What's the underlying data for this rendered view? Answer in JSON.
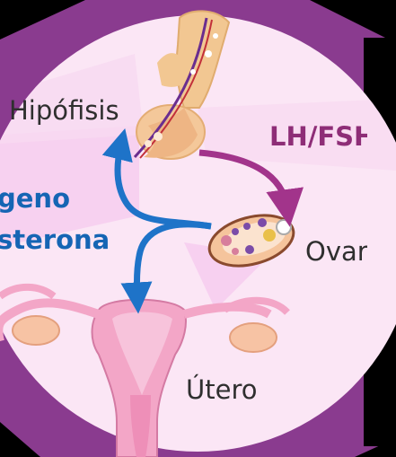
{
  "labels": {
    "hipofisis": "Hipófisis",
    "lh_fsh": "LH/FSH",
    "estrogeno": "geno",
    "progesterona": "sterona",
    "ovario": "Ovario",
    "utero": "Útero"
  },
  "colors": {
    "frame": "#8a3b8f",
    "inner_circle": "#fbe6f5",
    "pink_beam": "#f6cdef",
    "hormone_arrow_lh": "#a2348b",
    "hormone_arrow_estrogen": "#1e73c8",
    "organ_skin": "#f5c9a0",
    "uterus_pink": "#f3a6c7"
  },
  "icons": [
    "pituitary-gland-icon",
    "ovary-icon",
    "uterus-icon"
  ]
}
